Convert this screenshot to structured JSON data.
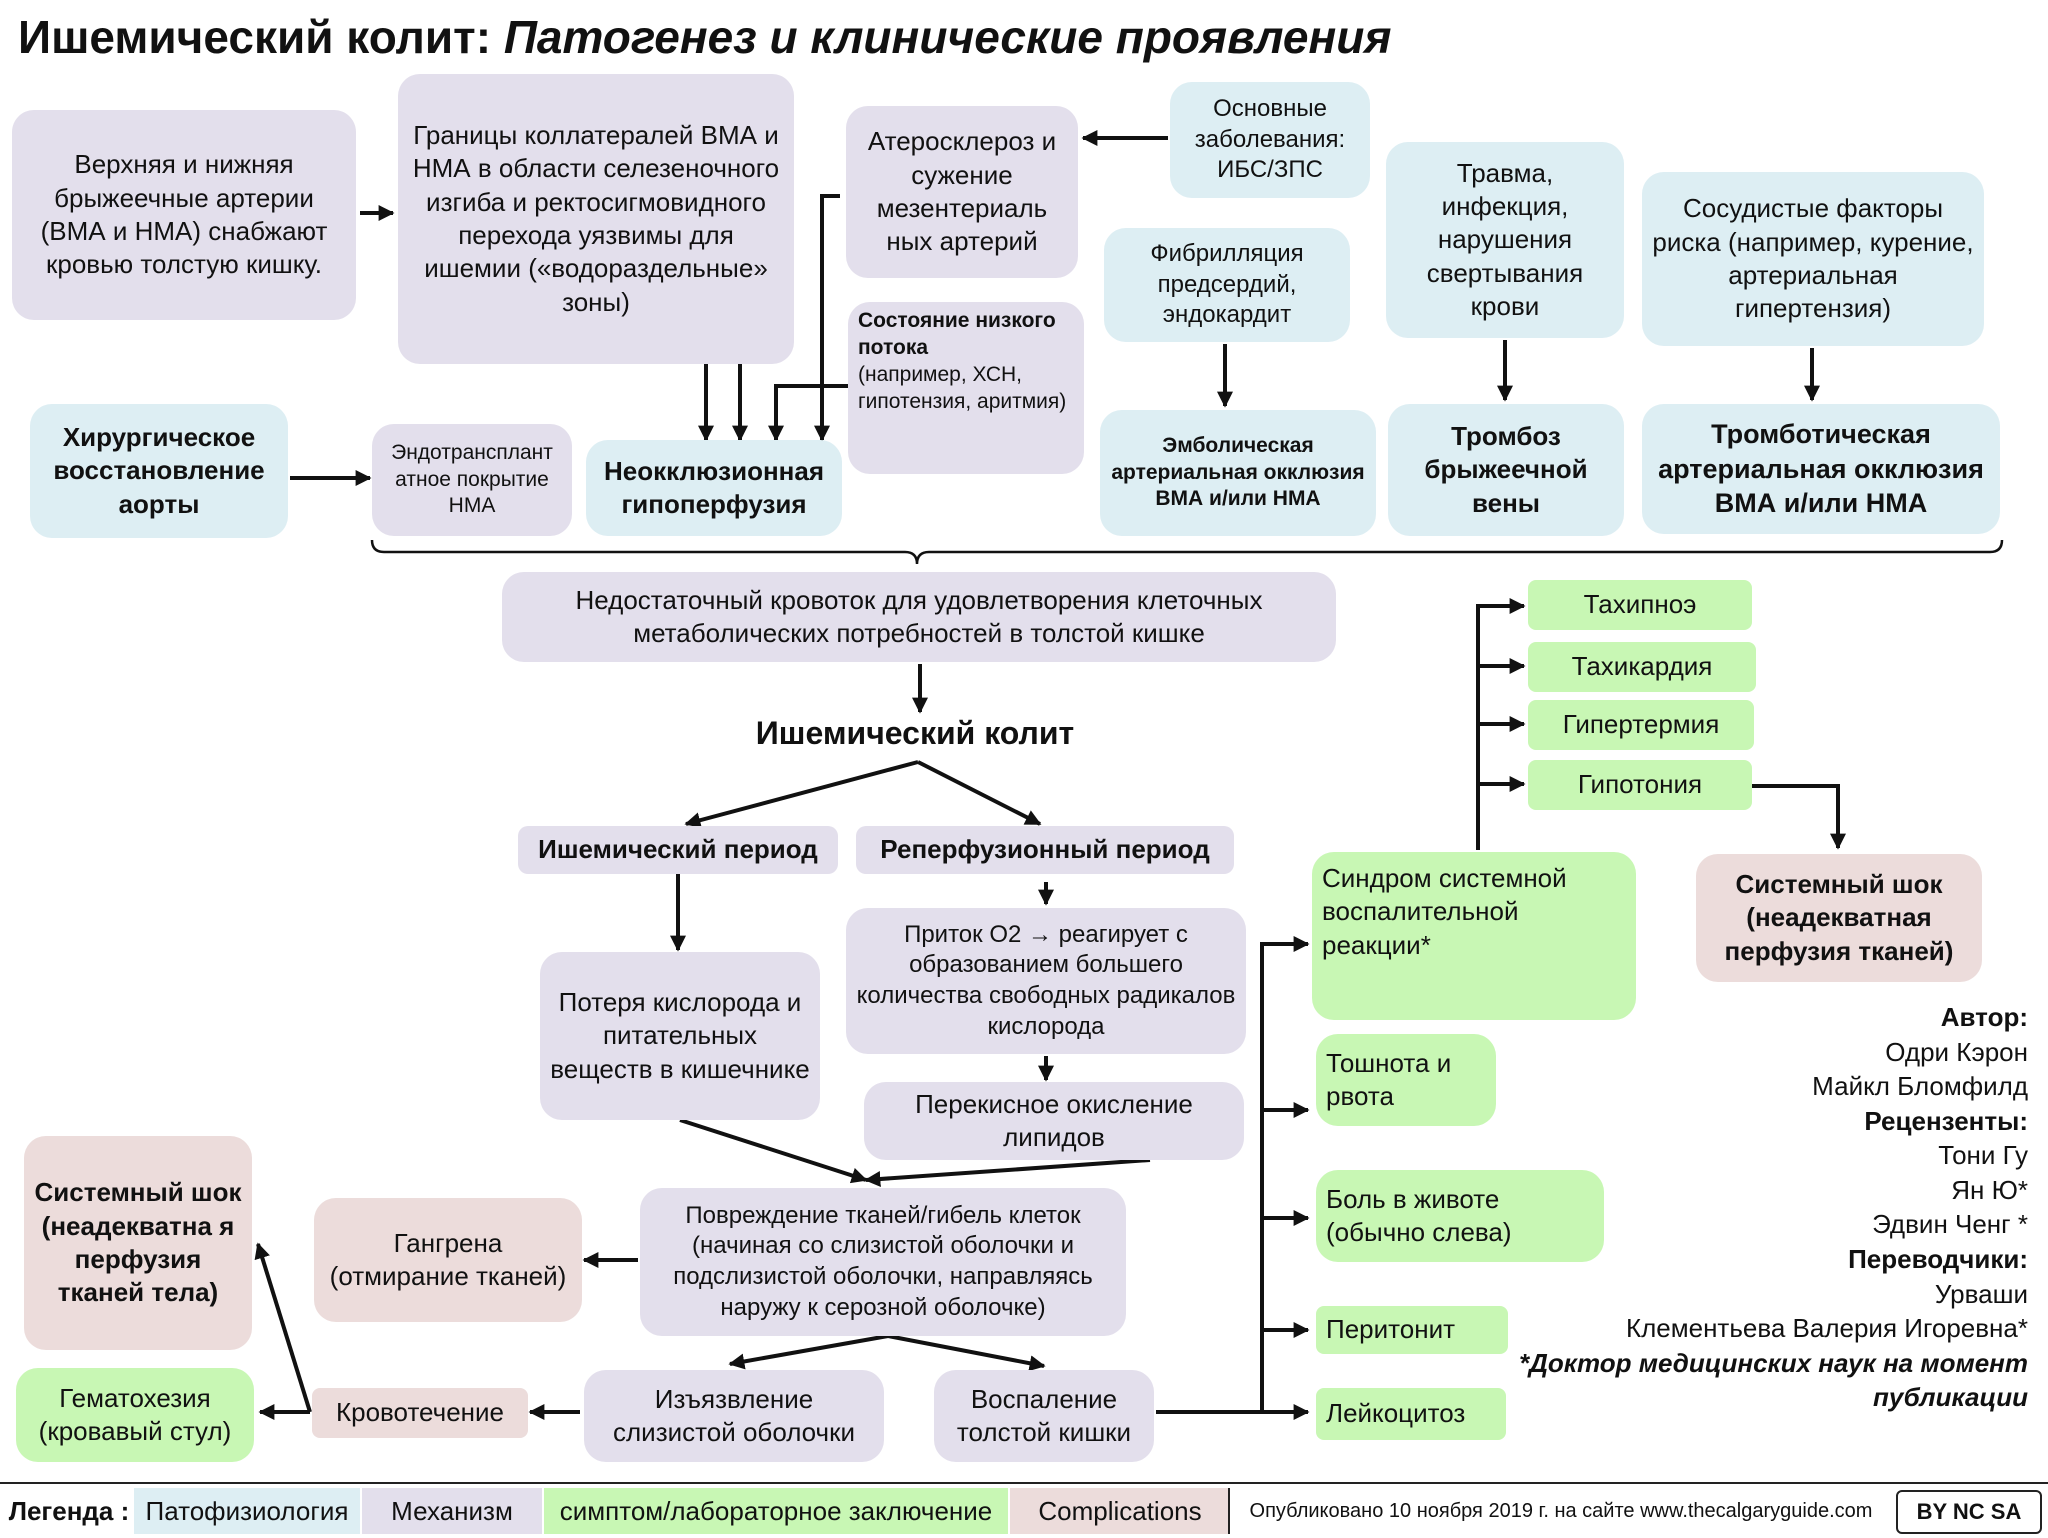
{
  "title": {
    "main": "Ишемический колит:",
    "sub": "Патогенез и клинические проявления"
  },
  "nodes": {
    "sma_ima": "Верхняя и нижняя брыжеечные артерии (ВМА и НМА) снабжают кровью толстую кишку.",
    "watershed": "Границы коллатералей ВМА и НМА в области селезеночного изгиба и ректосигмовидного перехода уязвимы для ишемии («водораздельные» зоны)",
    "atherosclerosis": "Атеросклероз и сужение мезентериаль ных артерий",
    "comorbid": "Основные заболевания: ИБС/ЗПС",
    "low_flow_title": "Состояние низкого потока",
    "low_flow_detail": "(например, ХСН, гипотензия, аритмия)",
    "afib": "Фибрилляция предсердий, эндокардит",
    "trauma": "Травма, инфекция, нарушения свертывания крови",
    "vascular_risk": "Сосудистые факторы риска (например, курение, артериальная гипертензия)",
    "aortic_repair": "Хирургическое восстановление аорты",
    "endograft": "Эндотрансплант атное покрытие НМА",
    "nonocclusive": "Неокклюзионная гипоперфузия",
    "embolic": "Эмболическая артериальная окклюзия ВМА и/или НМА",
    "mesenteric_vein": "Тромбоз брыжеечной вены",
    "thrombotic": "Тромботическая артериальная окклюзия ВМА и/или НМА",
    "insufficient_flow": "Недостаточный кровоток для удовлетворения клеточных метаболических потребностей в толстой кишке",
    "ischemic_colitis": "Ишемический колит",
    "ischemic_period": "Ишемический период",
    "reperfusion_period": "Реперфузионный период",
    "o2_influx": "Приток О2 → реагирует с образованием большего количества свободных радикалов кислорода",
    "loss_oxygen": "Потеря кислорода и питательных веществ в кишечнике",
    "lipid_peroxidation": "Перекисное окисление липидов",
    "tissue_damage": "Повреждение тканей/гибель клеток (начиная со слизистой оболочки и подслизистой оболочки, направляясь наружу к серозной оболочке)",
    "gangrene": "Гангрена (отмирание тканей)",
    "shock_left": "Системный шок (неадекватна я перфузия тканей тела)",
    "hematochezia": "Гематохезия (кровавый стул)",
    "bleeding": "Кровотечение",
    "ulceration": "Изъязвление слизистой оболочки",
    "colon_inflammation": "Воспаление толстой кишки",
    "sirs": "Синдром системной воспалительной реакции*",
    "nausea": "Тошнота и рвота",
    "abd_pain": "Боль в животе (обычно слева)",
    "peritonitis": "Перитонит",
    "leukocytosis": "Лейкоцитоз",
    "tachypnea": "Тахипноэ",
    "tachycardia": "Тахикардия",
    "hyperthermia": "Гипертермия",
    "hypotension": "Гипотония",
    "shock_right": "Системный шок (неадекватная перфузия тканей)"
  },
  "authors": {
    "author_label": "Автор:",
    "author1": "Одри Кэрон",
    "author2": "Майкл Бломфилд",
    "reviewers_label": "Рецензенты:",
    "reviewer1": "Тони Гу",
    "reviewer2": "Ян Ю*",
    "reviewer3": "Эдвин Ченг *",
    "translators_label": "Переводчики:",
    "translator1": "Урваши",
    "translator2": "Клементьева Валерия Игоревна*",
    "footnote": "*Доктор медицинских наук на момент публикации"
  },
  "legend": {
    "label": "Легенда :",
    "pathophysiology": "Патофизиология",
    "mechanism": "Механизм",
    "symptom": "симптом/лабораторное заключение",
    "complications": "Complications",
    "published": "Опубликовано 10 ноября 2019 г. на сайте www.thecalgaryguide.com",
    "license": "BY NC SA"
  },
  "colors": {
    "pathophysiology": "#ddeef3",
    "mechanism": "#e3dfec",
    "symptom": "#c8f7b4",
    "complications": "#ecdcdb"
  }
}
